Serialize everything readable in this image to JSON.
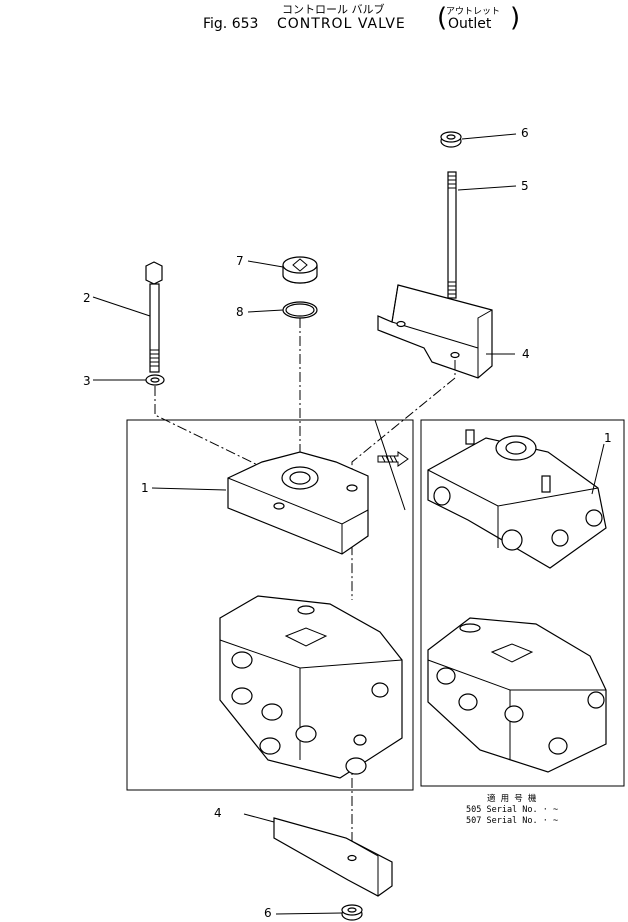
{
  "header": {
    "subtitle_jp": "コントロール バルブ",
    "fig": "Fig. 653",
    "title": "CONTROL VALVE",
    "variant_jp": "アウトレット",
    "variant": "Outlet"
  },
  "callouts": {
    "c1a": "1",
    "c1b": "1",
    "c2": "2",
    "c3": "3",
    "c4a": "4",
    "c4b": "4",
    "c5": "5",
    "c6a": "6",
    "c6b": "6",
    "c7": "7",
    "c8": "8"
  },
  "applicability": {
    "heading_jp": "適 用 号 機",
    "row1": "505 Serial No. · ~",
    "row2": "507 Serial No. · ~"
  }
}
